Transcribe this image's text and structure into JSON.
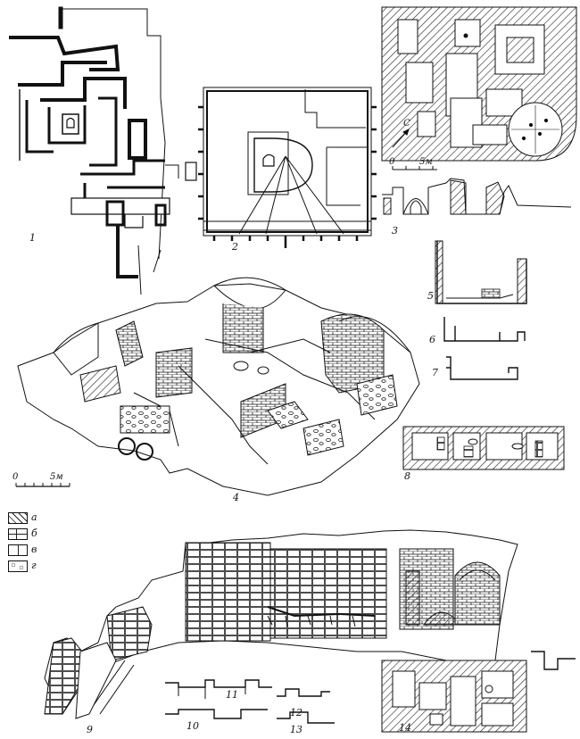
{
  "figure_labels": {
    "f1": "1",
    "f2": "2",
    "f3": "3",
    "f4": "4",
    "f5": "5",
    "f6": "6",
    "f7": "7",
    "f8": "8",
    "f9": "9",
    "f10": "10",
    "f11": "11",
    "f12": "12",
    "f13": "13",
    "f14": "14"
  },
  "north_arrow": {
    "label": "C"
  },
  "scale_bars": {
    "fig3": {
      "start": "0",
      "end": "5м"
    },
    "fig4": {
      "start": "0",
      "end": "5м"
    }
  },
  "legend": [
    {
      "key": "а",
      "pattern": "hatch"
    },
    {
      "key": "б",
      "pattern": "brick"
    },
    {
      "key": "в",
      "pattern": "block"
    },
    {
      "key": "г",
      "pattern": "rubble"
    }
  ]
}
